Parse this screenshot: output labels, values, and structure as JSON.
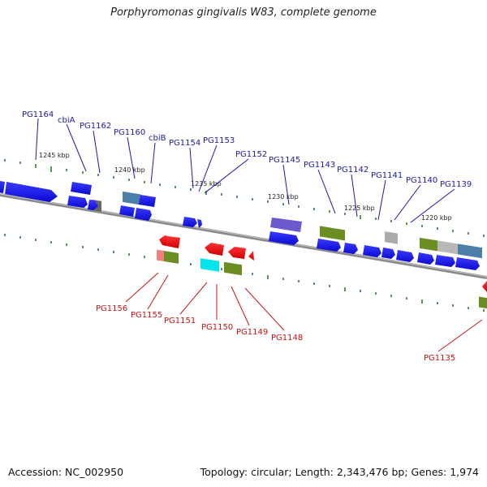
{
  "title": "Porphyromonas gingivalis W83, complete genome",
  "footer": {
    "accession": "Accession: NC_002950",
    "summary": "Topology: circular; Length: 2,343,476 bp; Genes: 1,974"
  },
  "scale_labels": [
    "1245 kbp",
    "1240 kbp",
    "1235 kbp",
    "1230 kbp",
    "1225 kbp",
    "1220 kbp"
  ],
  "top_labels": [
    "PG1164",
    "cbiA",
    "PG1162",
    "PG1160",
    "cbiB",
    "PG1154",
    "PG1153",
    "PG1152",
    "PG1145",
    "PG1143",
    "PG1142",
    "PG1141",
    "PG1140",
    "PG1139"
  ],
  "bottom_labels": [
    "PG1156",
    "PG1155",
    "PG1151",
    "PG1150",
    "PG1149",
    "PG1148",
    "PG1135"
  ],
  "colors": {
    "forward_gene": "#1a1aee",
    "reverse_gene": "#ee1111",
    "label_forward": "#1a1aa8",
    "label_reverse": "#cc1111",
    "tick": "#2e7d2e",
    "backbone": "#8a8a8a"
  }
}
